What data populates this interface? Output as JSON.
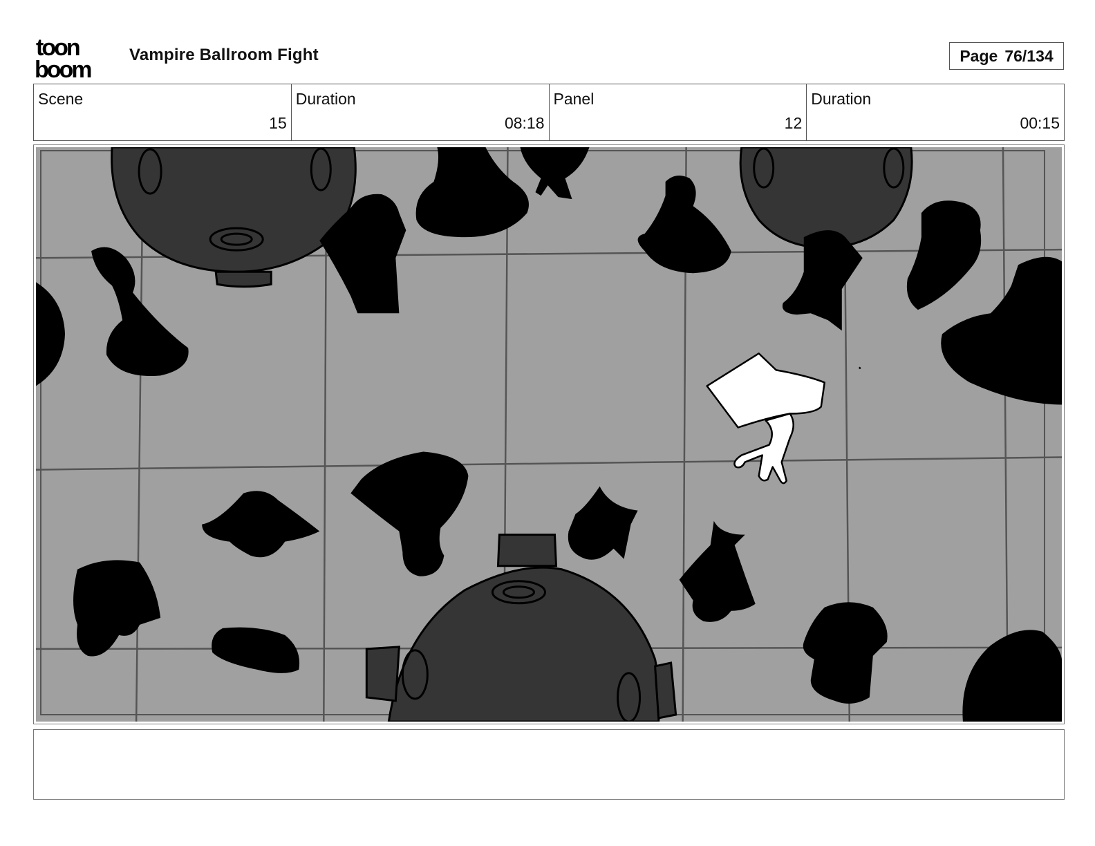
{
  "header": {
    "logo_top": "toon",
    "logo_bottom": "boom",
    "title": "Vampire Ballroom Fight",
    "page_label": "Page",
    "page_number": "76/134"
  },
  "info": {
    "scene_label": "Scene",
    "scene_value": "15",
    "scene_duration_label": "Duration",
    "scene_duration_value": "08:18",
    "panel_label": "Panel",
    "panel_value": "12",
    "panel_duration_label": "Duration",
    "panel_duration_value": "00:15"
  },
  "colors": {
    "floor": "#a0a0a0",
    "silhouette": "#000000",
    "table": "#353535",
    "line": "#555555"
  },
  "notes": {
    "text": ""
  }
}
